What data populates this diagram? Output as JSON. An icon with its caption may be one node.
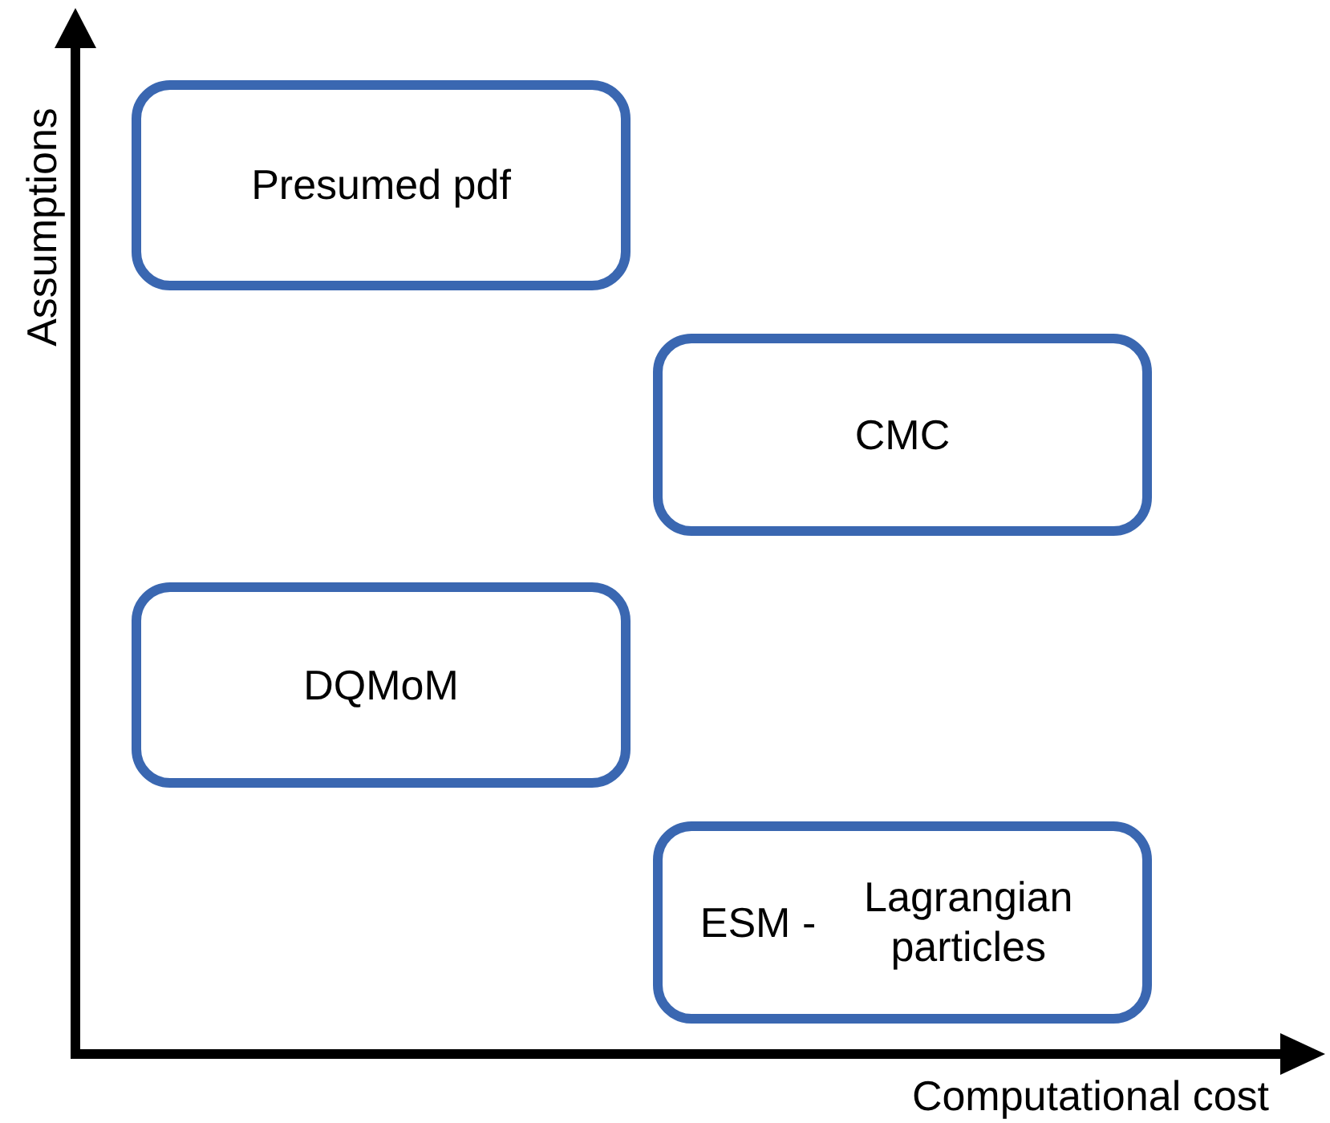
{
  "diagram": {
    "nodes": [
      {
        "text": [
          "Presumed pdf"
        ]
      },
      {
        "text": [
          "CMC"
        ]
      },
      {
        "text": [
          "DQMoM"
        ]
      },
      {
        "text": [
          "ESM -",
          "Lagrangian particles"
        ]
      }
    ],
    "labels": [
      "Assumptions",
      "Computational cost"
    ]
  }
}
